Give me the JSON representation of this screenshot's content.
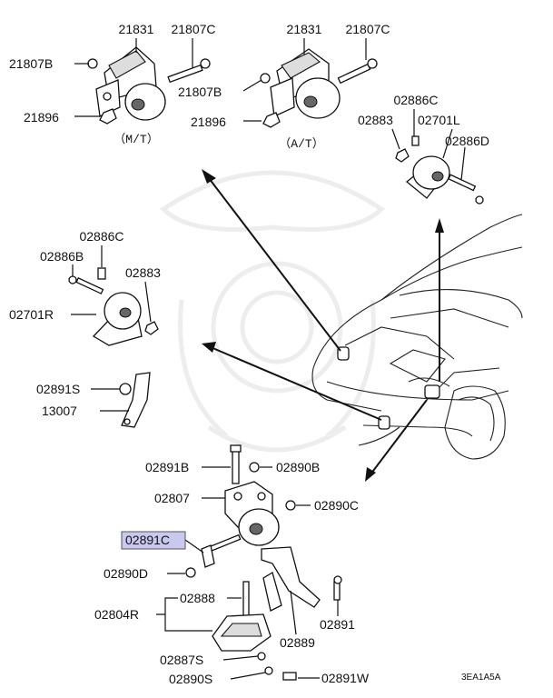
{
  "labels": {
    "top_mt_21831": "21831",
    "top_mt_21807c": "21807C",
    "top_mt_21807b": "21807B",
    "top_mt_21896": "21896",
    "top_mt_caption": "（M/T）",
    "top_at_21831": "21831",
    "top_at_21807c": "21807C",
    "top_at_21807b": "21807B",
    "top_at_21896": "21896",
    "top_at_caption": "（A/T）",
    "right_02886c": "02886C",
    "right_02883": "02883",
    "right_02701l": "02701L",
    "right_02886d": "02886D",
    "left_02886c": "02886C",
    "left_02886b": "02886B",
    "left_02883": "02883",
    "left_02701r": "02701R",
    "stay_02891s": "02891S",
    "stay_13007": "13007",
    "rear_02891b": "02891B",
    "rear_02890b": "02890B",
    "rear_02807": "02807",
    "rear_02890c": "02890C",
    "rear_02891c": "02891C",
    "rear_02890d": "02890D",
    "rear_02888": "02888",
    "rear_02804r": "02804R",
    "rear_02891": "02891",
    "rear_02889": "02889",
    "rear_02887s": "02887S",
    "rear_02890s": "02890S",
    "rear_02891w": "02891W"
  },
  "diagram_code": "3EA1A5A",
  "highlight_color": "#c9c8ee"
}
